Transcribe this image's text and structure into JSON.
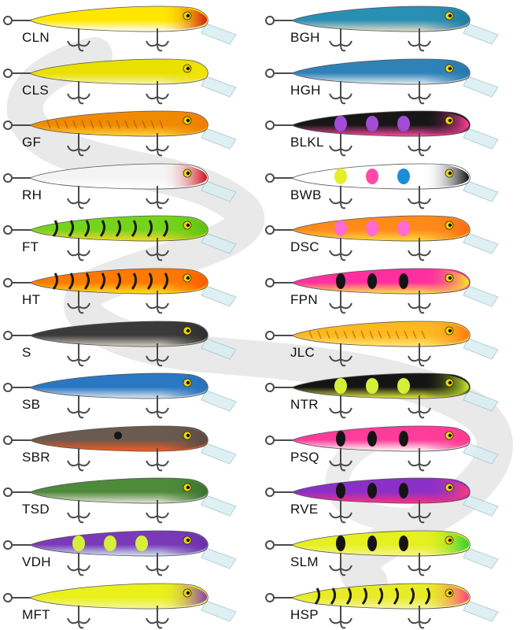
{
  "colors": {
    "background": "#ffffff",
    "watermark": "#e6e6e6",
    "hook": "#4a4a4a",
    "lip": "#d9eef3"
  },
  "lures": {
    "left": [
      {
        "code": "CLN",
        "top": "#ffe600",
        "belly": "#ffffff",
        "head": "#d31b1b",
        "pattern": "none",
        "icon": "clown-lure"
      },
      {
        "code": "CLS",
        "top": "#e8e000",
        "belly": "#f7f3a8",
        "head": "#f2e200",
        "pattern": "none",
        "icon": "clown-silver-lure"
      },
      {
        "code": "GF",
        "top": "#f08a00",
        "belly": "#ffd23a",
        "head": "#f07a00",
        "pattern": "scales",
        "icon": "gold-fluorescent-lure"
      },
      {
        "code": "RH",
        "top": "#f4f4f4",
        "belly": "#ffffff",
        "head": "#d0101a",
        "pattern": "none",
        "icon": "red-head-lure"
      },
      {
        "code": "FT",
        "top": "#74d41b",
        "belly": "#f6d62a",
        "head": "#5fbf12",
        "pattern": "tiger",
        "icon": "firetiger-lure"
      },
      {
        "code": "HT",
        "top": "#ff7a00",
        "belly": "#ffe020",
        "head": "#ff5a00",
        "pattern": "tiger",
        "icon": "hot-tiger-lure"
      },
      {
        "code": "S",
        "top": "#3a3a3a",
        "belly": "#d8d2c6",
        "head": "#2e2e2e",
        "pattern": "none",
        "icon": "silver-lure"
      },
      {
        "code": "SB",
        "top": "#2a78c4",
        "belly": "#dfe8ee",
        "head": "#2a70b8",
        "pattern": "none",
        "icon": "silver-blue-lure"
      },
      {
        "code": "SBR",
        "top": "#6a5a50",
        "belly": "#ff5a1a",
        "head": "#5a4a40",
        "pattern": "dot",
        "icon": "silver-black-red-lure"
      },
      {
        "code": "TSD",
        "top": "#4d8a3a",
        "belly": "#e8e4d8",
        "head": "#3a7030",
        "pattern": "none",
        "icon": "tennessee-shad-lure"
      },
      {
        "code": "VDH",
        "top": "#7a3ab8",
        "belly": "#cfe8ee",
        "head": "#6a2ea8",
        "pattern": "spots-lime",
        "icon": "vampire-lure"
      },
      {
        "code": "MFT",
        "top": "#e9f01c",
        "belly": "#f6f6a0",
        "head": "#8a3ac0",
        "pattern": "none",
        "icon": "mardi-gras-lure"
      }
    ],
    "right": [
      {
        "code": "BGH",
        "top": "#2a8fb4",
        "belly": "#e8ddc4",
        "head": "#1f7aa0",
        "pattern": "none",
        "icon": "blue-ghost-lure"
      },
      {
        "code": "HGH",
        "top": "#2f82b8",
        "belly": "#e6eef2",
        "head": "#2a78ac",
        "pattern": "none",
        "icon": "holo-ghost-lure"
      },
      {
        "code": "BLKL",
        "top": "#161616",
        "belly": "#ff49a6",
        "head": "#ff3e9a",
        "pattern": "spots-purple",
        "icon": "black-pink-lure"
      },
      {
        "code": "BWB",
        "top": "#ffffff",
        "belly": "#ffffff",
        "head": "#111111",
        "pattern": "spots-multi",
        "icon": "black-white-lure"
      },
      {
        "code": "DSC",
        "top": "#ff8a1a",
        "belly": "#ffd640",
        "head": "#ff6a10",
        "pattern": "spots-pink",
        "icon": "desert-sun-lure"
      },
      {
        "code": "FPN",
        "top": "#ff2fa0",
        "belly": "#ffea40",
        "head": "#f0f020",
        "pattern": "spots-black",
        "icon": "flash-pink-lure"
      },
      {
        "code": "JLC",
        "top": "#ffb820",
        "belly": "#ffe67a",
        "head": "#ff7a10",
        "pattern": "scales",
        "icon": "jelly-lure"
      },
      {
        "code": "NTR",
        "top": "#141414",
        "belly": "#e8f040",
        "head": "#c8f02a",
        "pattern": "spots-lime",
        "icon": "night-trick-lure"
      },
      {
        "code": "PSQ",
        "top": "#ff3c9a",
        "belly": "#ffffff",
        "head": "#ff3c8c",
        "pattern": "spots-black",
        "icon": "pink-squid-lure"
      },
      {
        "code": "RVE",
        "top": "#8a30c8",
        "belly": "#ff2f80",
        "head": "#ff3a7a",
        "pattern": "spots-black",
        "icon": "rave-lure"
      },
      {
        "code": "SLM",
        "top": "#e6ef20",
        "belly": "#f6f490",
        "head": "#2fcf3a",
        "pattern": "spots-black",
        "icon": "slime-lure"
      },
      {
        "code": "HSP",
        "top": "#e8ec25",
        "belly": "#f6f4a0",
        "head": "#ff3c8c",
        "pattern": "bars-black",
        "icon": "hot-spot-lure"
      }
    ]
  }
}
